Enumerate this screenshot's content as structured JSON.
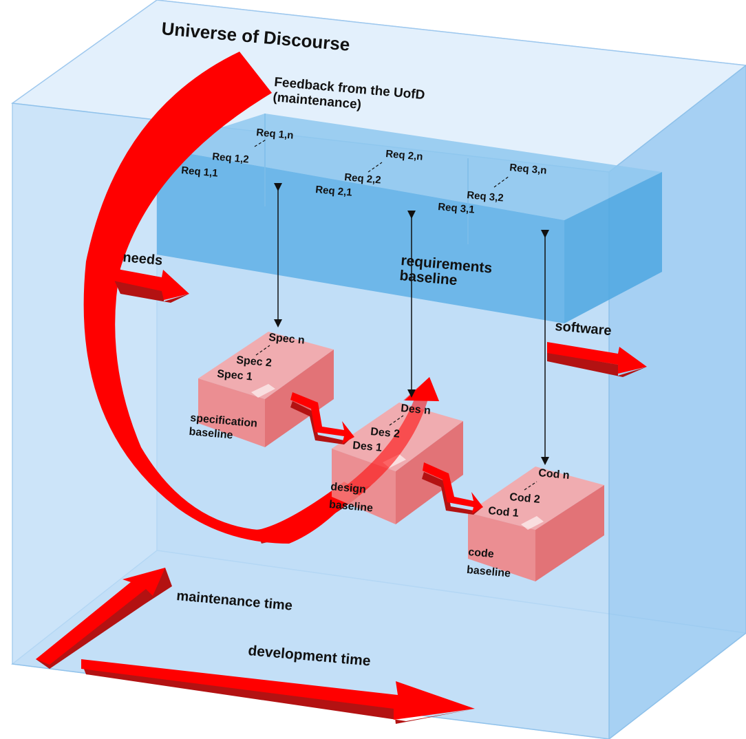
{
  "title": "Universe of Discourse",
  "feedback_label": [
    "Feedback from the UofD",
    "(maintenance)"
  ],
  "needs_label": "needs",
  "software_label": "software",
  "requirements_label": [
    "requirements",
    "baseline"
  ],
  "maintenance_time_label": "maintenance time",
  "development_time_label": "development time",
  "requirements": [
    {
      "first": "Req 1,1",
      "second": "Req 1,2",
      "last": "Req 1,n"
    },
    {
      "first": "Req 2,1",
      "second": "Req  2,2",
      "last": "Req 2,n"
    },
    {
      "first": "Req 3,1",
      "second": "Req 3,2",
      "last": "Req 3,n"
    }
  ],
  "boxes": [
    {
      "items": [
        "Spec 1",
        "Spec 2",
        "Spec  n"
      ],
      "label": [
        "specification",
        "baseline"
      ]
    },
    {
      "items": [
        "Des 1",
        "Des 2",
        "Des  n"
      ],
      "label": [
        "design",
        "baseline"
      ]
    },
    {
      "items": [
        "Cod 1",
        "Cod 2",
        "Cod  n"
      ],
      "label": [
        "code",
        "baseline"
      ]
    }
  ],
  "colors": {
    "arrow_red": "#ff0000",
    "arrow_dark": "#b31212",
    "cube_face": "#a9d1f4",
    "req_block": "#5fb0e6",
    "baseline_box": "#f06a6a"
  }
}
